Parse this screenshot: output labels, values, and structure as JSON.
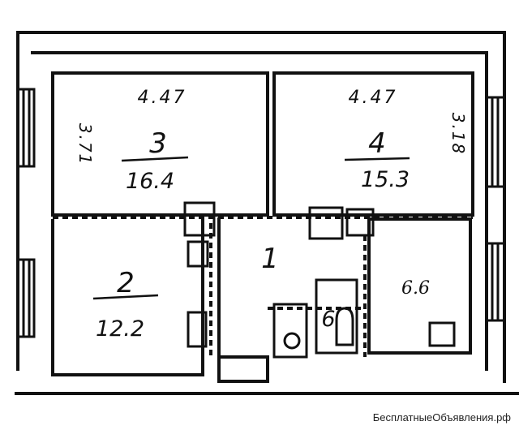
{
  "rooms": [
    {
      "number": "3",
      "area": "16.4",
      "width": "4.47",
      "height": "3.71"
    },
    {
      "number": "4",
      "area": "15.3",
      "width": "4.47",
      "height": "3.18"
    },
    {
      "number": "2",
      "area": "12.2"
    },
    {
      "number": "1"
    },
    {
      "number": "6",
      "area": "6.6"
    }
  ],
  "watermark": "БесплатныеОбъявления.рф"
}
